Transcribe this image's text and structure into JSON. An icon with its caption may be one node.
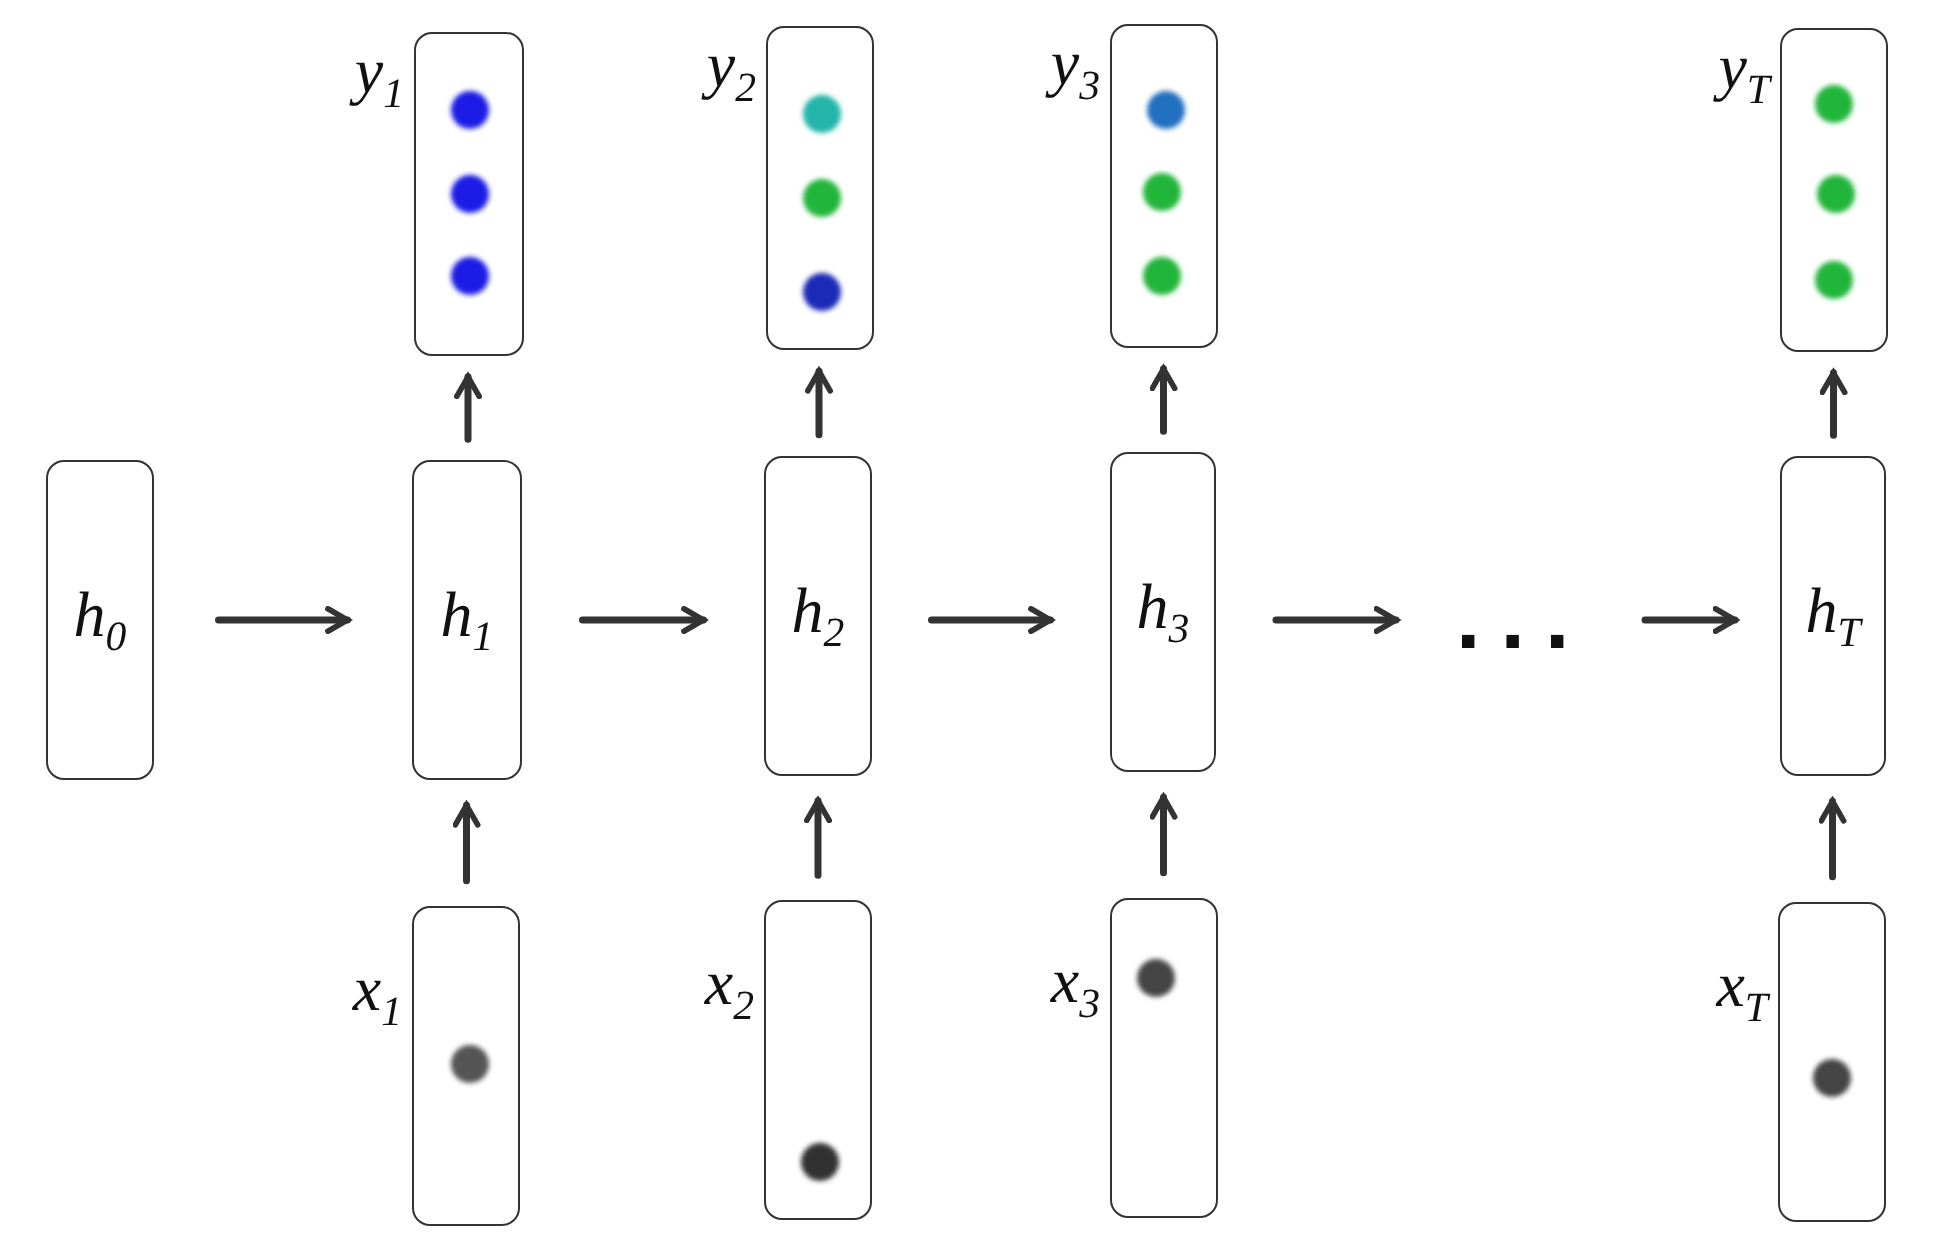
{
  "diagram": {
    "nodes": [
      {
        "text": [
          "h$_{0}$"
        ]
      },
      {
        "text": [
          "h$_{1}$"
        ]
      },
      {
        "text": [
          "h$_{2}$"
        ]
      },
      {
        "text": [
          "h$_{3}$"
        ]
      },
      {
        "text": [
          "..."
        ]
      },
      {
        "text": [
          "h$_{T}$"
        ]
      },
      {
        "text": [
          "y$_{1}$"
        ]
      },
      {
        "text": [
          "y$_{2}$"
        ]
      },
      {
        "text": [
          "y$_{3}$"
        ]
      },
      {
        "text": [
          "y$_{T}$"
        ]
      },
      {
        "text": [
          "x$_{1}$"
        ]
      },
      {
        "text": [
          "x$_{2}$"
        ]
      },
      {
        "text": [
          "x$_{3}$"
        ]
      },
      {
        "text": [
          "x$_{T}$"
        ]
      }
    ],
    "edges": [
      {
        "from": 0,
        "to": 1,
        "arrow": "to"
      },
      {
        "from": 1,
        "to": 2,
        "arrow": "to"
      },
      {
        "from": 2,
        "to": 3,
        "arrow": "to"
      },
      {
        "from": 3,
        "to": 4,
        "arrow": "to"
      },
      {
        "from": 4,
        "to": 5,
        "arrow": "to"
      },
      {
        "from": 1,
        "to": 6,
        "arrow": "to"
      },
      {
        "from": 2,
        "to": 7,
        "arrow": "to"
      },
      {
        "from": 3,
        "to": 8,
        "arrow": "to"
      },
      {
        "from": 5,
        "to": 9,
        "arrow": "to"
      },
      {
        "from": 10,
        "to": 1,
        "arrow": "to"
      },
      {
        "from": 11,
        "to": 2,
        "arrow": "to"
      },
      {
        "from": 12,
        "to": 3,
        "arrow": "to"
      },
      {
        "from": 13,
        "to": 5,
        "arrow": "to"
      }
    ]
  }
}
